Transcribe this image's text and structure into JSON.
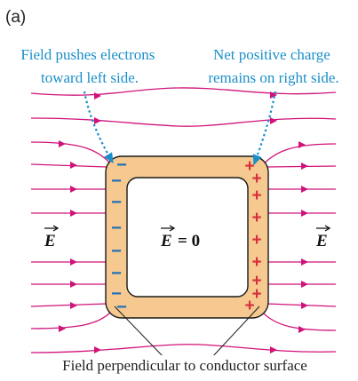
{
  "panel_label": "(a)",
  "annotations": {
    "left": [
      "Field pushes electrons",
      "toward left side."
    ],
    "right": [
      "Net positive charge",
      "remains on right side."
    ],
    "bottom": "Field perpendicular to conductor surface"
  },
  "labels": {
    "field_left": "E",
    "field_right": "E",
    "inside": "E",
    "inside_value": "= 0"
  },
  "colors": {
    "field_line": "#d0137a",
    "conductor_fill": "#f5c98f",
    "conductor_stroke": "#1a1a1a",
    "annotation_text": "#1b8fc9",
    "leader_line": "#1b8fc9",
    "negative_charge": "#1f6fb8",
    "positive_charge": "#d62e3c"
  },
  "charges": {
    "negative_symbol": "−",
    "positive_symbol": "+"
  }
}
